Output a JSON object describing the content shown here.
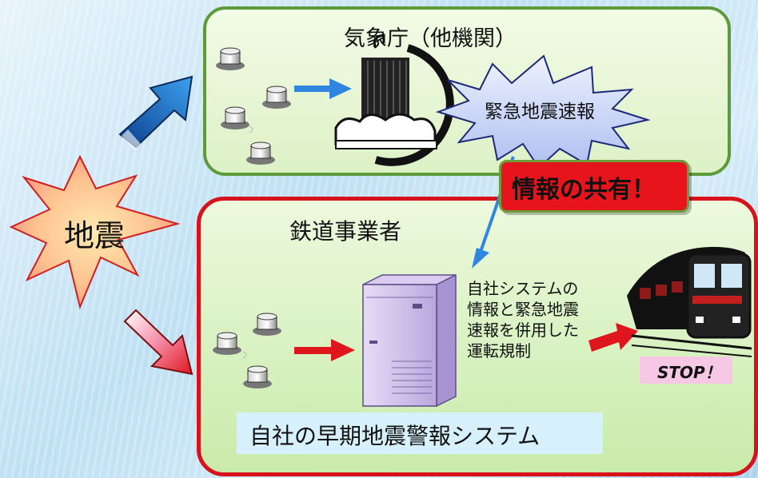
{
  "labels": {
    "earthquake": "地震",
    "jma": "気象庁（他機関）",
    "eew": "緊急地震速報",
    "share": "情報の共有！",
    "railway": "鉄道事業者",
    "system_description": "自社システムの情報と緊急地震速報を併用した運転規制",
    "system_name": "自社の早期地震警報システム",
    "stop": "STOP！"
  },
  "colors": {
    "jma_border": "#5c9a3a",
    "rail_border": "#d8121b",
    "share_fill": "#e8141c",
    "blue_arrow": "#2f86e0",
    "red_arrow": "#e0161e"
  }
}
